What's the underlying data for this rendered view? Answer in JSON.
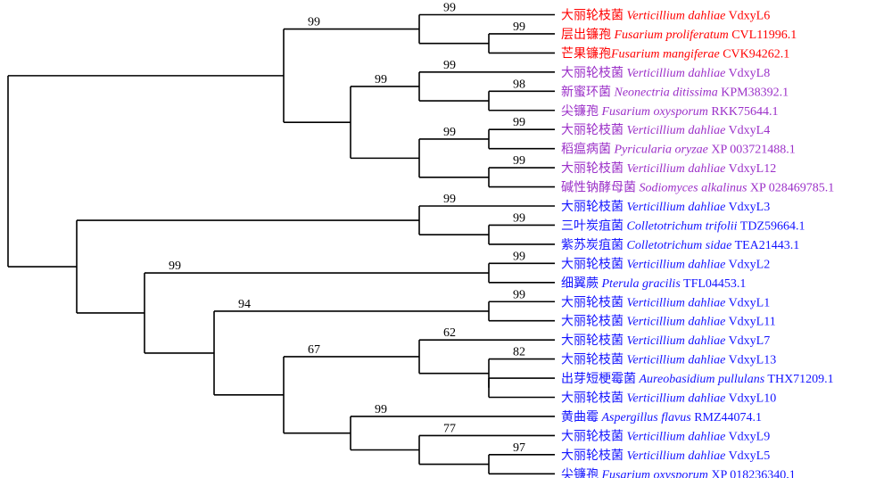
{
  "colors": {
    "clade_red": "#ff0000",
    "clade_purple": "#9b30c8",
    "clade_blue": "#1414ff",
    "branch": "#000000"
  },
  "tree": {
    "leaves": [
      {
        "cn": "大丽轮枝菌",
        "species": "Verticillium dahliae",
        "acc": "VdxyL6",
        "color": "#ff0000"
      },
      {
        "cn": "层出镰孢",
        "species": "Fusarium proliferatum",
        "acc": "CVL11996.1",
        "color": "#ff0000"
      },
      {
        "cn": "芒果镰孢",
        "species": "Fusarium mangiferae",
        "acc": "CVK94262.1",
        "color": "#ff0000",
        "nospace": true
      },
      {
        "cn": "大丽轮枝菌",
        "species": "Verticillium dahliae",
        "acc": "VdxyL8",
        "color": "#9b30c8"
      },
      {
        "cn": "新蜜环菌",
        "species": "Neonectria ditissima",
        "acc": "KPM38392.1",
        "color": "#9b30c8"
      },
      {
        "cn": "尖镰孢",
        "species": "Fusarium oxysporum",
        "acc": "RKK75644.1",
        "color": "#9b30c8"
      },
      {
        "cn": "大丽轮枝菌",
        "species": "Verticillium dahliae",
        "acc": "VdxyL4",
        "color": "#9b30c8"
      },
      {
        "cn": "稻瘟病菌",
        "species": "Pyricularia oryzae",
        "acc": "XP 003721488.1",
        "color": "#9b30c8"
      },
      {
        "cn": "大丽轮枝菌",
        "species": "Verticillium dahliae",
        "acc": "VdxyL12",
        "color": "#9b30c8"
      },
      {
        "cn": "碱性钠酵母菌",
        "species": "Sodiomyces alkalinus",
        "acc": "XP 028469785.1",
        "color": "#9b30c8"
      },
      {
        "cn": "大丽轮枝菌",
        "species": "Verticillium dahliae",
        "acc": "VdxyL3",
        "color": "#1414ff"
      },
      {
        "cn": "三叶炭疽菌",
        "species": "Colletotrichum trifolii",
        "acc": "TDZ59664.1",
        "color": "#1414ff"
      },
      {
        "cn": "紫苏炭疽菌",
        "species": "Colletotrichum sidae",
        "acc": "TEA21443.1",
        "color": "#1414ff"
      },
      {
        "cn": "大丽轮枝菌",
        "species": "Verticillium dahliae",
        "acc": "VdxyL2",
        "color": "#1414ff"
      },
      {
        "cn": "细翼蕨",
        "species": "Pterula gracilis",
        "acc": "TFL04453.1",
        "color": "#1414ff"
      },
      {
        "cn": "大丽轮枝菌",
        "species": "Verticillium dahliae",
        "acc": "VdxyL1",
        "color": "#1414ff"
      },
      {
        "cn": "大丽轮枝菌",
        "species": "Verticillium dahliae",
        "acc": "VdxyL11",
        "color": "#1414ff"
      },
      {
        "cn": "大丽轮枝菌",
        "species": "Verticillium dahliae",
        "acc": "VdxyL7",
        "color": "#1414ff"
      },
      {
        "cn": "大丽轮枝菌",
        "species": "Verticillium dahliae",
        "acc": "VdxyL13",
        "color": "#1414ff"
      },
      {
        "cn": "出芽短梗霉菌",
        "species": "Aureobasidium pullulans",
        "acc": "THX71209.1",
        "color": "#1414ff"
      },
      {
        "cn": "大丽轮枝菌",
        "species": "Verticillium dahliae",
        "acc": "VdxyL10",
        "color": "#1414ff"
      },
      {
        "cn": "黄曲霉",
        "species": "Aspergillus flavus",
        "acc": "RMZ44074.1",
        "color": "#1414ff"
      },
      {
        "cn": "大丽轮枝菌",
        "species": "Verticillium dahliae",
        "acc": "VdxyL9",
        "color": "#1414ff"
      },
      {
        "cn": "大丽轮枝菌",
        "species": "Verticillium dahliae",
        "acc": "VdxyL5",
        "color": "#1414ff"
      },
      {
        "cn": "尖镰孢",
        "species": "Fusarium oxysporum",
        "acc": "XP 018236340.1",
        "color": "#1414ff"
      }
    ],
    "bootstrap_values": {
      "n_red": "99",
      "n_fus_pair": "99",
      "n_upper": "99",
      "n_purple": "99",
      "n_vdl8": "99",
      "n_neo_fus": "98",
      "n_vdl4_group": "99",
      "n_vdl4": "99",
      "n_vdl12": "99",
      "n_colleto_clade": "99",
      "n_colleto_pair": "99",
      "n_blue_lower": "99",
      "n_vdl2": "99",
      "n_rest": "94",
      "n_vdl1": "99",
      "n_lower": "67",
      "n_vdl7": "62",
      "n_aureo": "82",
      "n_asp": "99",
      "n_vdl9": "77",
      "n_vdl5": "97"
    }
  }
}
